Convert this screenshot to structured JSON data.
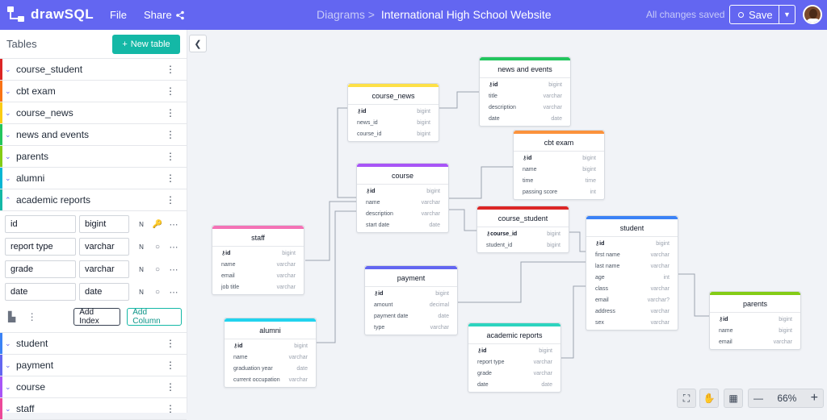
{
  "app": {
    "name": "drawSQL",
    "menu_file": "File",
    "menu_share": "Share",
    "share_icon": "share-icon"
  },
  "breadcrumb": {
    "root": "Diagrams >",
    "title": "International High School Website"
  },
  "status": {
    "saved": "All changes saved"
  },
  "save": {
    "label": "Save",
    "caret": "▼"
  },
  "colors": {
    "brand": "#6366f1",
    "accent": "#14b8a6"
  },
  "sidebar": {
    "title": "Tables",
    "new_table": "New table",
    "new_icon": "+",
    "collapse_icon": "❮",
    "tables_top": [
      {
        "name": "course_student",
        "color": "#dc2626"
      },
      {
        "name": "cbt exam",
        "color": "#f97316"
      },
      {
        "name": "course_news",
        "color": "#facc15"
      },
      {
        "name": "news and events",
        "color": "#22c55e"
      },
      {
        "name": "parents",
        "color": "#84cc16"
      },
      {
        "name": "alumni",
        "color": "#06b6d4"
      },
      {
        "name": "academic reports",
        "color": "#14b8a6"
      }
    ],
    "expanded_fields": [
      {
        "name": "id",
        "type": "bigint",
        "nullable": "N",
        "key": "🔑"
      },
      {
        "name": "report type",
        "type": "varchar",
        "nullable": "N",
        "key": "○"
      },
      {
        "name": "grade",
        "type": "varchar",
        "nullable": "N",
        "key": "○"
      },
      {
        "name": "date",
        "type": "date",
        "nullable": "N",
        "key": "○"
      }
    ],
    "add_index": "Add Index",
    "add_column": "Add Column",
    "tables_bottom": [
      {
        "name": "student",
        "color": "#3b82f6"
      },
      {
        "name": "payment",
        "color": "#6366f1"
      },
      {
        "name": "course",
        "color": "#a855f7"
      },
      {
        "name": "staff",
        "color": "#ec4899"
      }
    ]
  },
  "diagram": {
    "tables": [
      {
        "id": "course_news",
        "title": "course_news",
        "color": "#fde047",
        "fields": [
          [
            "id",
            "bigint",
            true
          ],
          [
            "news_id",
            "bigint",
            false
          ],
          [
            "course_id",
            "bigint",
            false
          ]
        ]
      },
      {
        "id": "news_events",
        "title": "news and events",
        "color": "#22c55e",
        "fields": [
          [
            "id",
            "bigint",
            true
          ],
          [
            "title",
            "varchar",
            false
          ],
          [
            "description",
            "varchar",
            false
          ],
          [
            "date",
            "date",
            false
          ]
        ]
      },
      {
        "id": "cbt_exam",
        "title": "cbt exam",
        "color": "#fb923c",
        "fields": [
          [
            "id",
            "bigint",
            true
          ],
          [
            "name",
            "bigint",
            false
          ],
          [
            "time",
            "time",
            false
          ],
          [
            "passing score",
            "int",
            false
          ]
        ]
      },
      {
        "id": "course",
        "title": "course",
        "color": "#a855f7",
        "fields": [
          [
            "id",
            "bigint",
            true
          ],
          [
            "name",
            "varchar",
            false
          ],
          [
            "description",
            "varchar",
            false
          ],
          [
            "start date",
            "date",
            false
          ]
        ]
      },
      {
        "id": "course_student",
        "title": "course_student",
        "color": "#dc2626",
        "fields": [
          [
            "course_id",
            "bigint",
            true
          ],
          [
            "student_id",
            "bigint",
            false
          ]
        ]
      },
      {
        "id": "staff",
        "title": "staff",
        "color": "#f472b6",
        "fields": [
          [
            "id",
            "bigint",
            true
          ],
          [
            "name",
            "varchar",
            false
          ],
          [
            "email",
            "varchar",
            false
          ],
          [
            "job title",
            "varchar",
            false
          ]
        ]
      },
      {
        "id": "payment",
        "title": "payment",
        "color": "#6366f1",
        "fields": [
          [
            "id",
            "bigint",
            true
          ],
          [
            "amount",
            "decimal",
            false
          ],
          [
            "payment date",
            "date",
            false
          ],
          [
            "type",
            "varchar",
            false
          ]
        ]
      },
      {
        "id": "student",
        "title": "student",
        "color": "#3b82f6",
        "fields": [
          [
            "id",
            "bigint",
            true
          ],
          [
            "first name",
            "varchar",
            false
          ],
          [
            "last name",
            "varchar",
            false
          ],
          [
            "age",
            "int",
            false
          ],
          [
            "class",
            "varchar",
            false
          ],
          [
            "email",
            "varchar?",
            false
          ],
          [
            "address",
            "varchar",
            false
          ],
          [
            "sex",
            "varchar",
            false
          ]
        ]
      },
      {
        "id": "alumni",
        "title": "alumni",
        "color": "#22d3ee",
        "fields": [
          [
            "id",
            "bigint",
            true
          ],
          [
            "name",
            "varchar",
            false
          ],
          [
            "graduation year",
            "date",
            false
          ],
          [
            "current occupation",
            "varchar",
            false
          ]
        ]
      },
      {
        "id": "academic_reports",
        "title": "academic reports",
        "color": "#2dd4bf",
        "fields": [
          [
            "id",
            "bigint",
            true
          ],
          [
            "report type",
            "varchar",
            false
          ],
          [
            "grade",
            "varchar",
            false
          ],
          [
            "date",
            "date",
            false
          ]
        ]
      },
      {
        "id": "parents",
        "title": "parents",
        "color": "#84cc16",
        "fields": [
          [
            "id",
            "bigint",
            true
          ],
          [
            "name",
            "bigint",
            false
          ],
          [
            "email",
            "varchar",
            false
          ]
        ]
      }
    ]
  },
  "zoom": {
    "value": "66%",
    "minus": "—",
    "plus": "+"
  }
}
